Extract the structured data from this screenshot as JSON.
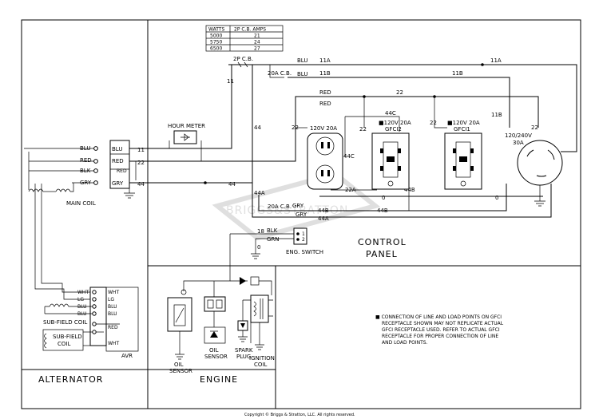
{
  "table": {
    "headers": [
      "WATTS",
      "2P C.B. AMPS"
    ],
    "rows": [
      [
        "5000",
        "21"
      ],
      [
        "5750",
        "24"
      ],
      [
        "6500",
        "27"
      ]
    ]
  },
  "sections": {
    "alternator": "ALTERNATOR",
    "engine": "ENGINE",
    "control_panel_line1": "CONTROL",
    "control_panel_line2": "PANEL"
  },
  "components": {
    "hour_meter": "HOUR METER",
    "main_coil": "MAIN COIL",
    "sub_field_coil_1": "SUB-FIELD COIL",
    "sub_field_coil_2a": "SUB-FIELD",
    "sub_field_coil_2b": "COIL",
    "avr": "AVR",
    "eng_switch": "ENG. SWITCH",
    "oil_sensor_1a": "OIL",
    "oil_sensor_1b": "SENSOR",
    "oil_sensor_2a": "OIL",
    "oil_sensor_2b": "SENSOR",
    "spark_plug_a": "SPARK",
    "spark_plug_b": "PLUG",
    "ignition_coil_a": "IGNITION",
    "ignition_coil_b": "COIL",
    "cb_2p": "2P C.B.",
    "cb_20a_top": "20A  C.B.",
    "cb_20a_bottom": "20A  C.B.",
    "recept_120": "120V  20A",
    "gfci12_a": "■120V  20A",
    "gfci12_b": "GFCI2",
    "gfci11_a": "■120V  20A",
    "gfci11_b": "GFCI1",
    "twistlock_a": "120/240V",
    "twistlock_b": "30A"
  },
  "wires": {
    "blu": "BLU",
    "red": "RED",
    "blk": "BLK",
    "gry": "GRY",
    "grn": "GRN",
    "wht": "WHT",
    "lg": "LG",
    "w11": "11",
    "w11a": "11A",
    "w11b": "11B",
    "w22": "22",
    "w44": "44",
    "w44a": "44A",
    "w44b": "44B",
    "w44c": "44C",
    "w22a": "22A",
    "w0": "0",
    "w18": "18",
    "w1": "1",
    "w2": "2"
  },
  "note": {
    "lines": [
      "■ CONNECTION OF LINE AND LOAD POINTS ON GFCI",
      "RECEPTACLE SHOWN MAY NOT REPLICATE ACTUAL",
      "GFCI RECEPTACLE USED. REFER TO ACTUAL GFCI",
      "RECEPTACLE FOR PROPER CONNECTION OF LINE",
      "AND LOAD POINTS."
    ]
  },
  "watermark": "BRIGGS&STRATTON",
  "copyright": "Copyright © Briggs & Stratton, LLC. All rights reserved."
}
